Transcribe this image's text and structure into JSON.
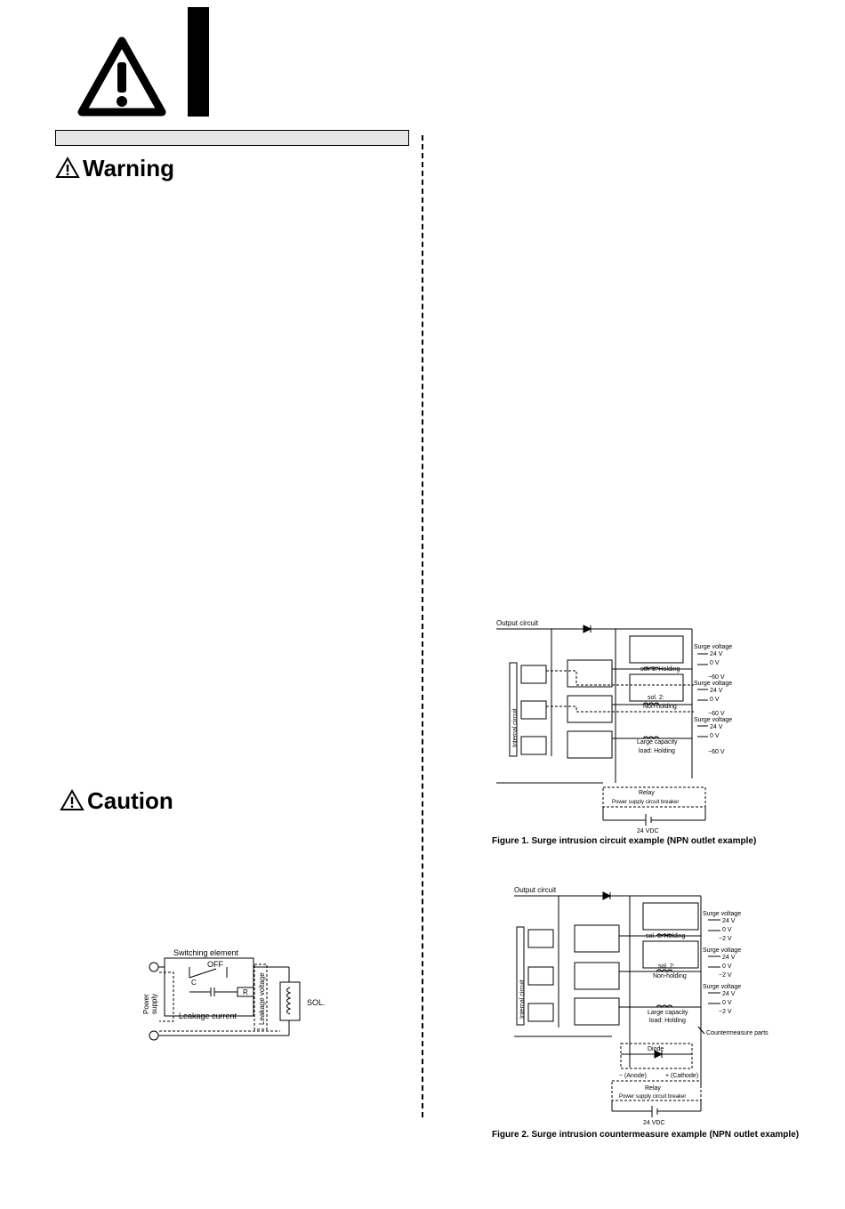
{
  "headings": {
    "warning": "Warning",
    "caution": "Caution"
  },
  "leakage_figure": {
    "switching_element": "Switching element",
    "off": "OFF",
    "c": "C",
    "r": "R",
    "power_supply_1": "Power",
    "power_supply_2": "supply",
    "leakage_current": "Leakage current",
    "leakage_voltage": "Leakage voltage",
    "sol": "SOL."
  },
  "figure1": {
    "output_circuit": "Output circuit",
    "internal_circuit": "Internal circuit",
    "sol1": "sol. 1: Holding",
    "sol2_a": "sol. 2:",
    "sol2_b": "Non-holding",
    "large_a": "Large capacity",
    "large_b": "load: Holding",
    "surge_voltage": "Surge voltage",
    "v24": "24 V",
    "v0": "0 V",
    "vneg": "−60 V",
    "relay": "Relay",
    "breaker": "Power supply circuit breaker",
    "vdc": "24 VDC",
    "caption": "Figure 1. Surge intrusion circuit example (NPN outlet example)"
  },
  "figure2": {
    "output_circuit": "Output circuit",
    "internal_circuit": "Internal circuit",
    "sol1": "sol. 1: Holding",
    "sol2_a": "sol. 2:",
    "sol2_b": "Non-holding",
    "large_a": "Large capacity",
    "large_b": "load: Holding",
    "surge_voltage": "Surge voltage",
    "v24": "24 V",
    "v0": "0 V",
    "vneg": "−2 V",
    "countermeasure": "Countermeasure parts",
    "diode": "Diode",
    "anode": "− (Anode)",
    "cathode": "+ (Cathode)",
    "relay": "Relay",
    "breaker": "Power supply circuit breaker",
    "vdc": "24 VDC",
    "caption": "Figure 2. Surge intrusion countermeasure example (NPN outlet example)"
  }
}
